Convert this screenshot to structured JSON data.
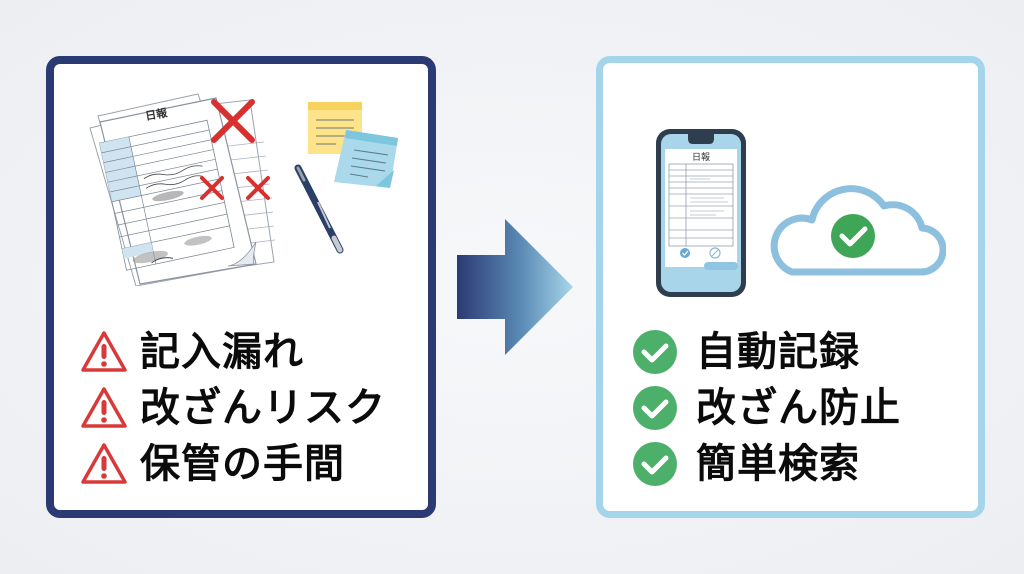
{
  "colors": {
    "left_border": "#2b3a73",
    "right_border": "#a5d5ea",
    "warning_red": "#d83a3a",
    "check_green": "#4caf6a",
    "arrow_start": "#2b3a73",
    "arrow_end": "#a8d6ea"
  },
  "left_panel": {
    "illustration": {
      "document_title": "日報",
      "icons": [
        "paper-documents-icon",
        "red-x-mark-icon",
        "sticky-note-icon",
        "pen-icon"
      ]
    },
    "problems": [
      {
        "icon": "warning-icon",
        "label": "記入漏れ"
      },
      {
        "icon": "warning-icon",
        "label": "改ざんリスク"
      },
      {
        "icon": "warning-icon",
        "label": "保管の手間"
      }
    ]
  },
  "arrow": {
    "icon": "right-arrow-icon"
  },
  "right_panel": {
    "illustration": {
      "document_title": "日報",
      "icons": [
        "smartphone-icon",
        "cloud-check-icon"
      ]
    },
    "benefits": [
      {
        "icon": "check-circle-icon",
        "label": "自動記録"
      },
      {
        "icon": "check-circle-icon",
        "label": "改ざん防止"
      },
      {
        "icon": "check-circle-icon",
        "label": "簡単検索"
      }
    ]
  }
}
